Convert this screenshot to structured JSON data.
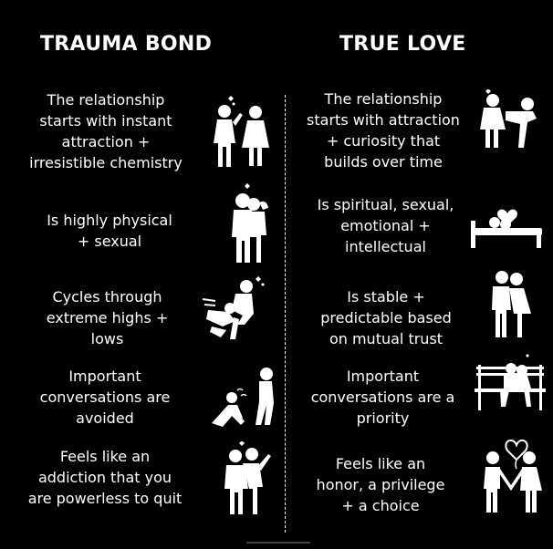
{
  "headings": {
    "left": "TRAUMA BOND",
    "right": "TRUE LOVE"
  },
  "rows": [
    {
      "left": "The relationship\nstarts with instant\nattraction +\nirresistible chemistry",
      "left_icon": "couple-meeting-icon",
      "right": "The relationship\nstarts with attraction\n+ curiosity that\nbuilds over time",
      "right_icon": "couple-kiss-hand-icon"
    },
    {
      "left": "Is highly physical\n+ sexual",
      "left_icon": "couple-embrace-icon",
      "right": "Is spiritual, sexual,\nemotional +\nintellectual",
      "right_icon": "couple-in-bed-heart-icon"
    },
    {
      "left": "Cycles through\nextreme highs +\nlows",
      "left_icon": "couple-dip-dance-icon",
      "right": "Is stable +\npredictable based\non mutual trust",
      "right_icon": "couple-hug-icon"
    },
    {
      "left": "Important\nconversations are\navoided",
      "left_icon": "person-walking-away-icon",
      "right": "Important\nconversations are a\npriority",
      "right_icon": "couple-on-bench-icon"
    },
    {
      "left": "Feels like an\naddiction that you\nare powerless to quit",
      "left_icon": "couple-holding-icon",
      "right": "Feels like an\nhonor, a privilege\n+ a choice",
      "right_icon": "couple-holding-hands-heart-icon"
    }
  ]
}
